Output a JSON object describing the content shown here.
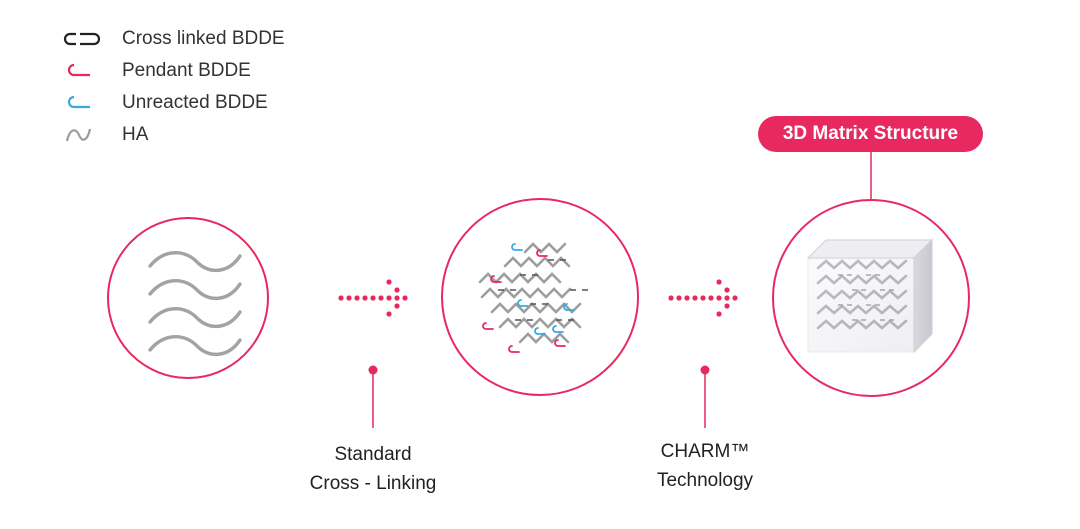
{
  "legend": {
    "items": [
      {
        "label": "Cross linked BDDE",
        "icon": "crosslink-icon",
        "color": "#222222"
      },
      {
        "label": "Pendant BDDE",
        "icon": "pendant-icon",
        "color": "#e7295f"
      },
      {
        "label": "Unreacted BDDE",
        "icon": "unreacted-icon",
        "color": "#3aa9e0"
      },
      {
        "label": "HA",
        "icon": "ha-wave-icon",
        "color": "#9a9a9a"
      }
    ]
  },
  "stages": [
    {
      "id": "ha-chains",
      "icon": "ha-waves"
    },
    {
      "id": "standard-network",
      "icon": "crosslinked-network"
    },
    {
      "id": "matrix-cube",
      "icon": "3d-matrix-cube"
    }
  ],
  "badge": {
    "label": "3D Matrix Structure"
  },
  "steps": {
    "standard": {
      "line1": "Standard",
      "line2": "Cross - Linking"
    },
    "charm": {
      "line1": "CHARM™",
      "line2": "Technology"
    }
  },
  "colors": {
    "accent": "#e7295f",
    "blue": "#3aa9e0",
    "ha": "#9a9a9a",
    "circle_border": "#e7295f"
  }
}
